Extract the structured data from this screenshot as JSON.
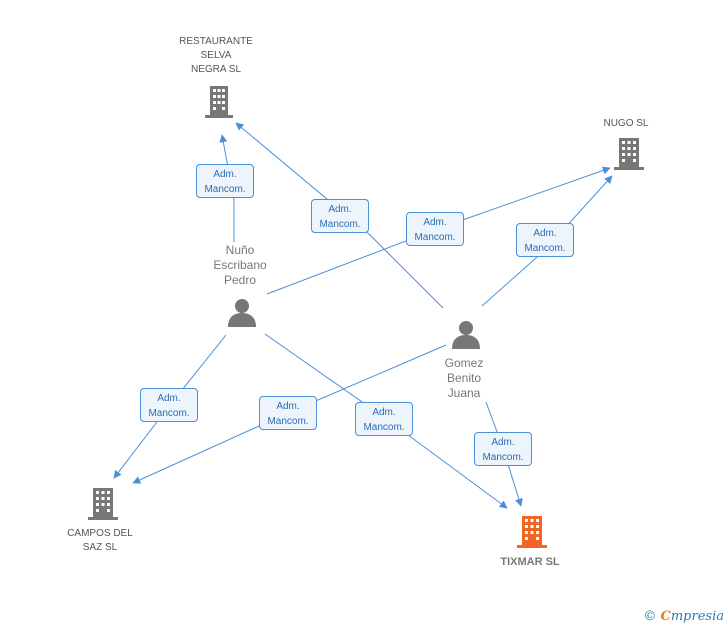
{
  "nodes": {
    "restaurante": {
      "label": "RESTAURANTE\nSELVA\nNEGRA SL"
    },
    "nugo": {
      "label": "NUGO SL"
    },
    "campos": {
      "label": "CAMPOS DEL\nSAZ SL"
    },
    "tixmar": {
      "label": "TIXMAR SL"
    },
    "nuno": {
      "label": "Nuño\nEscribano\nPedro"
    },
    "gomez": {
      "label": "Gomez\nBenito\nJuana"
    }
  },
  "edge_label": "Adm.\nMancom.",
  "colors": {
    "company": "#777777",
    "main_company": "#f26522",
    "person": "#777777",
    "edge": "#4a90d9"
  },
  "icons": {
    "company": "building-icon",
    "person": "person-icon"
  },
  "footer": {
    "copyright": "©",
    "brand_first": "C",
    "brand_rest": "mpresia"
  }
}
